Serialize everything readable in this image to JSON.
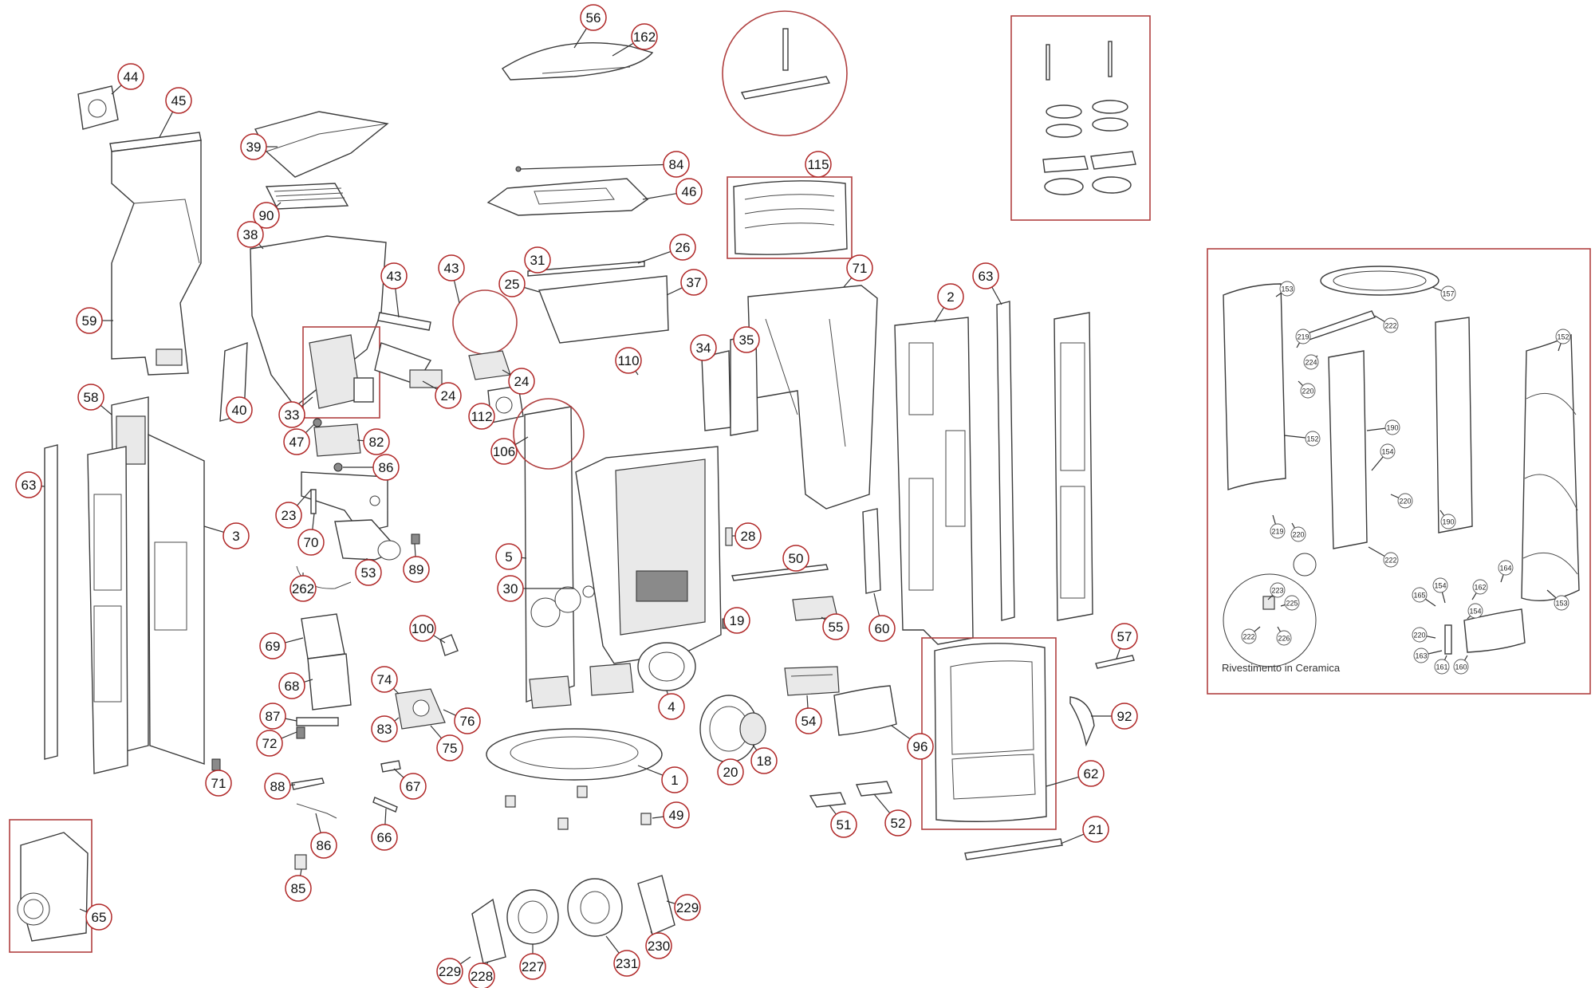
{
  "callouts": {
    "c44": "44",
    "c45": "45",
    "c59": "59",
    "c58": "58",
    "c63a": "63",
    "c3": "3",
    "c71a": "71",
    "c65": "65",
    "c39": "39",
    "c90": "90",
    "c38": "38",
    "c43a": "43",
    "c40": "40",
    "c33": "33",
    "c47": "47",
    "c82": "82",
    "c86a": "86",
    "c23": "23",
    "c70": "70",
    "c53": "53",
    "c89": "89",
    "c262": "262",
    "c69": "69",
    "c68": "68",
    "c87": "87",
    "c72": "72",
    "c88": "88",
    "c86b": "86",
    "c85": "85",
    "c43b": "43",
    "c24a": "24",
    "c24b": "24",
    "c56": "56",
    "c162": "162",
    "c84": "84",
    "c46": "46",
    "c31": "31",
    "c26": "26",
    "c25": "25",
    "c37": "37",
    "c110": "110",
    "c112": "112",
    "c106": "106",
    "c5": "5",
    "c30": "30",
    "c100": "100",
    "c74": "74",
    "c83": "83",
    "c76": "76",
    "c75": "75",
    "c67": "67",
    "c66": "66",
    "c4": "4",
    "c1": "1",
    "c49": "49",
    "c20": "20",
    "c18": "18",
    "c229a": "229",
    "c228": "228",
    "c227": "227",
    "c231": "231",
    "c230": "230",
    "c229b": "229",
    "c115": "115",
    "c71b": "71",
    "c34": "34",
    "c35": "35",
    "c28": "28",
    "c50": "50",
    "c19": "19",
    "c55": "55",
    "c54": "54",
    "c60": "60",
    "c96": "96",
    "c51": "51",
    "c52": "52",
    "c2": "2",
    "c63b": "63",
    "c57": "57",
    "c92": "92",
    "c62": "62",
    "c21": "21"
  },
  "inset": {
    "caption": "Rivestimento in Ceramica",
    "labels": {
      "i153a": "153",
      "i157": "157",
      "i219a": "219",
      "i222a": "222",
      "i224": "224",
      "i152a": "152",
      "i220a": "220",
      "i152b": "152",
      "i190a": "190",
      "i154a": "154",
      "i220b": "220",
      "i190b": "190",
      "i219b": "219",
      "i220c": "220",
      "i222b": "222",
      "i223": "223",
      "i225": "225",
      "i222c": "222",
      "i226": "226",
      "i165": "165",
      "i154b": "154",
      "i162": "162",
      "i164": "164",
      "i154c": "154",
      "i220d": "220",
      "i163": "163",
      "i161": "161",
      "i160": "160",
      "i153b": "153"
    }
  }
}
